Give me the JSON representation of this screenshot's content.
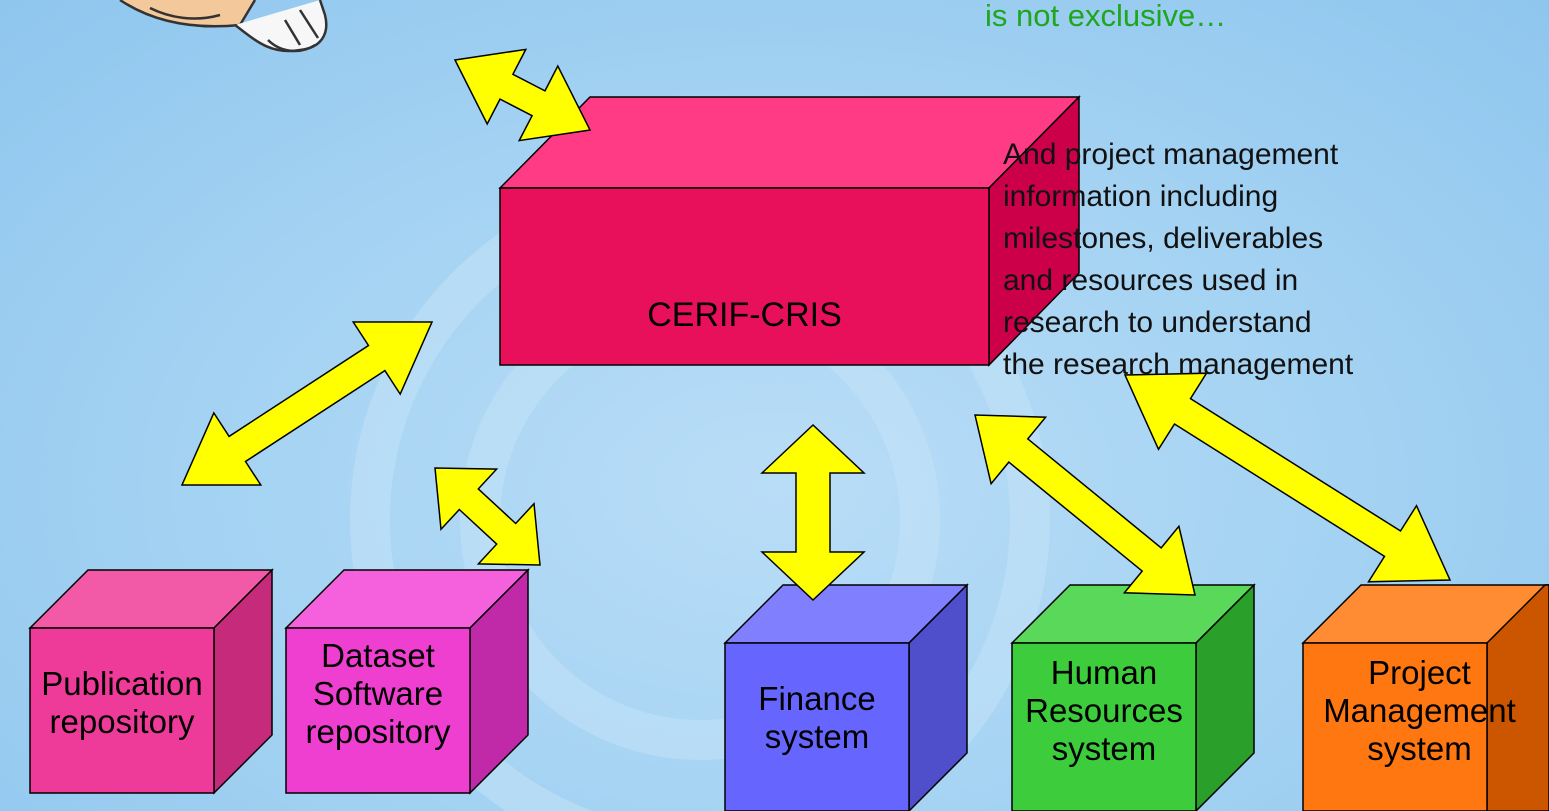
{
  "note": {
    "headline": "is not exclusive…",
    "body": "And project management\ninformation including\nmilestones, deliverables\nand resources used in\nresearch to understand\nthe research management"
  },
  "center_box": {
    "label": "CERIF-CRIS",
    "color": "#e8105a"
  },
  "systems": [
    {
      "id": "publication",
      "label": "Publication\nrepository",
      "color": "#ee3b99"
    },
    {
      "id": "dataset",
      "label": "Dataset\nSoftware\nrepository",
      "color": "#ee3fd0"
    },
    {
      "id": "finance",
      "label": "Finance\nsystem",
      "color": "#6666ff"
    },
    {
      "id": "hr",
      "label": "Human\nResources\nsystem",
      "color": "#3ccc3c"
    },
    {
      "id": "project",
      "label": "Project\nManagement\nsystem",
      "color": "#ff7711"
    }
  ],
  "arrow_color": "#ffff00"
}
